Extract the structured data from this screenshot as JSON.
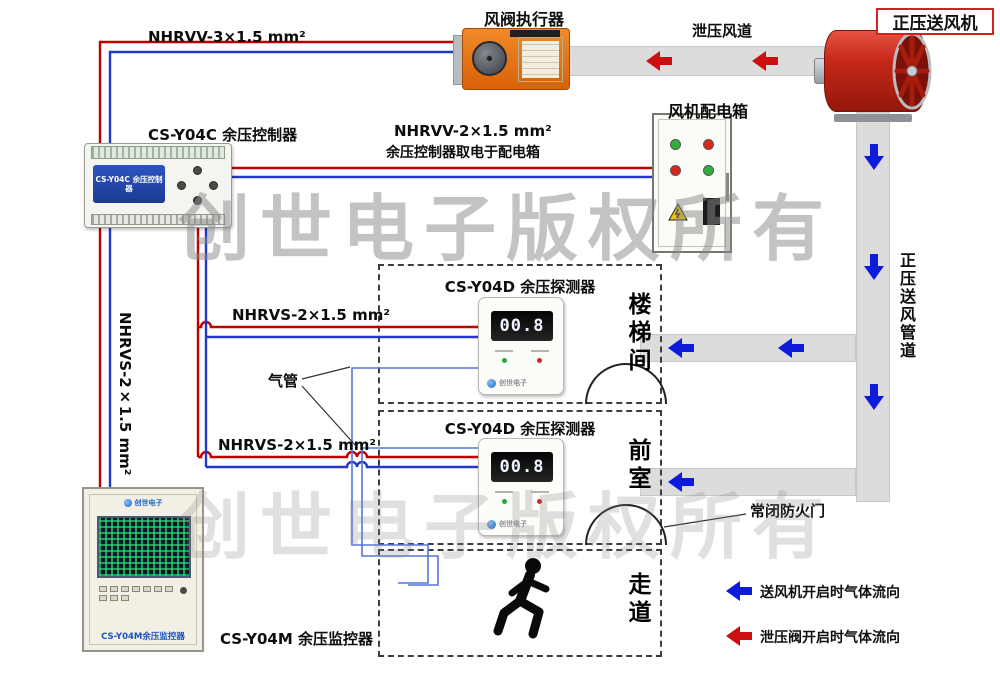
{
  "watermark": {
    "text": "创世电子版权所有"
  },
  "cables": {
    "nhrvv3": "NHRVV-3×1.5 mm²",
    "nhrvv2": "NHRVV-2×1.5 mm²",
    "nhrvv2_note": "余压控制器取电于配电箱",
    "nhrvs_stair": "NHRVS-2×1.5 mm²",
    "nhrvs_front": "NHRVS-2×1.5 mm²",
    "nhrvs_monitor": "NHRVS-2×1.5 mm²",
    "air_tube": "气管"
  },
  "components": {
    "actuator": "风阀执行器",
    "relief_duct": "泄压风道",
    "supply_fan": "正压送风机",
    "supply_duct": "正压送风管道",
    "power_box": "风机配电箱",
    "controller": "CS-Y04C 余压控制器",
    "detector_stair": "CS-Y04D 余压探测器",
    "detector_front": "CS-Y04D 余压探测器",
    "monitor": "CS-Y04M 余压监控器",
    "fire_door": "常闭防火门"
  },
  "rooms": {
    "stairwell": "楼梯间",
    "front_room": "前室",
    "corridor": "走道"
  },
  "devices": {
    "controller_screen": "CS-Y04C 余压控制器",
    "detector_stair_reading": "00.8",
    "detector_front_reading": "00.8",
    "brand": "创世电子",
    "monitor_panel_label": "CS-Y04M余压监控器"
  },
  "legend": {
    "supply_flow": "送风机开启时气体流向",
    "relief_flow": "泄压阀开启时气体流向"
  },
  "colors": {
    "wire_red": "#c00000",
    "wire_blue": "#2238c8",
    "tube_blue": "#5577d8",
    "arrow_blue": "#0d1bdb",
    "arrow_red": "#cc0f0f",
    "duct_gray": "#dcdcdc",
    "fan_red": "#c52718",
    "actuator_orange": "#e8730e"
  }
}
